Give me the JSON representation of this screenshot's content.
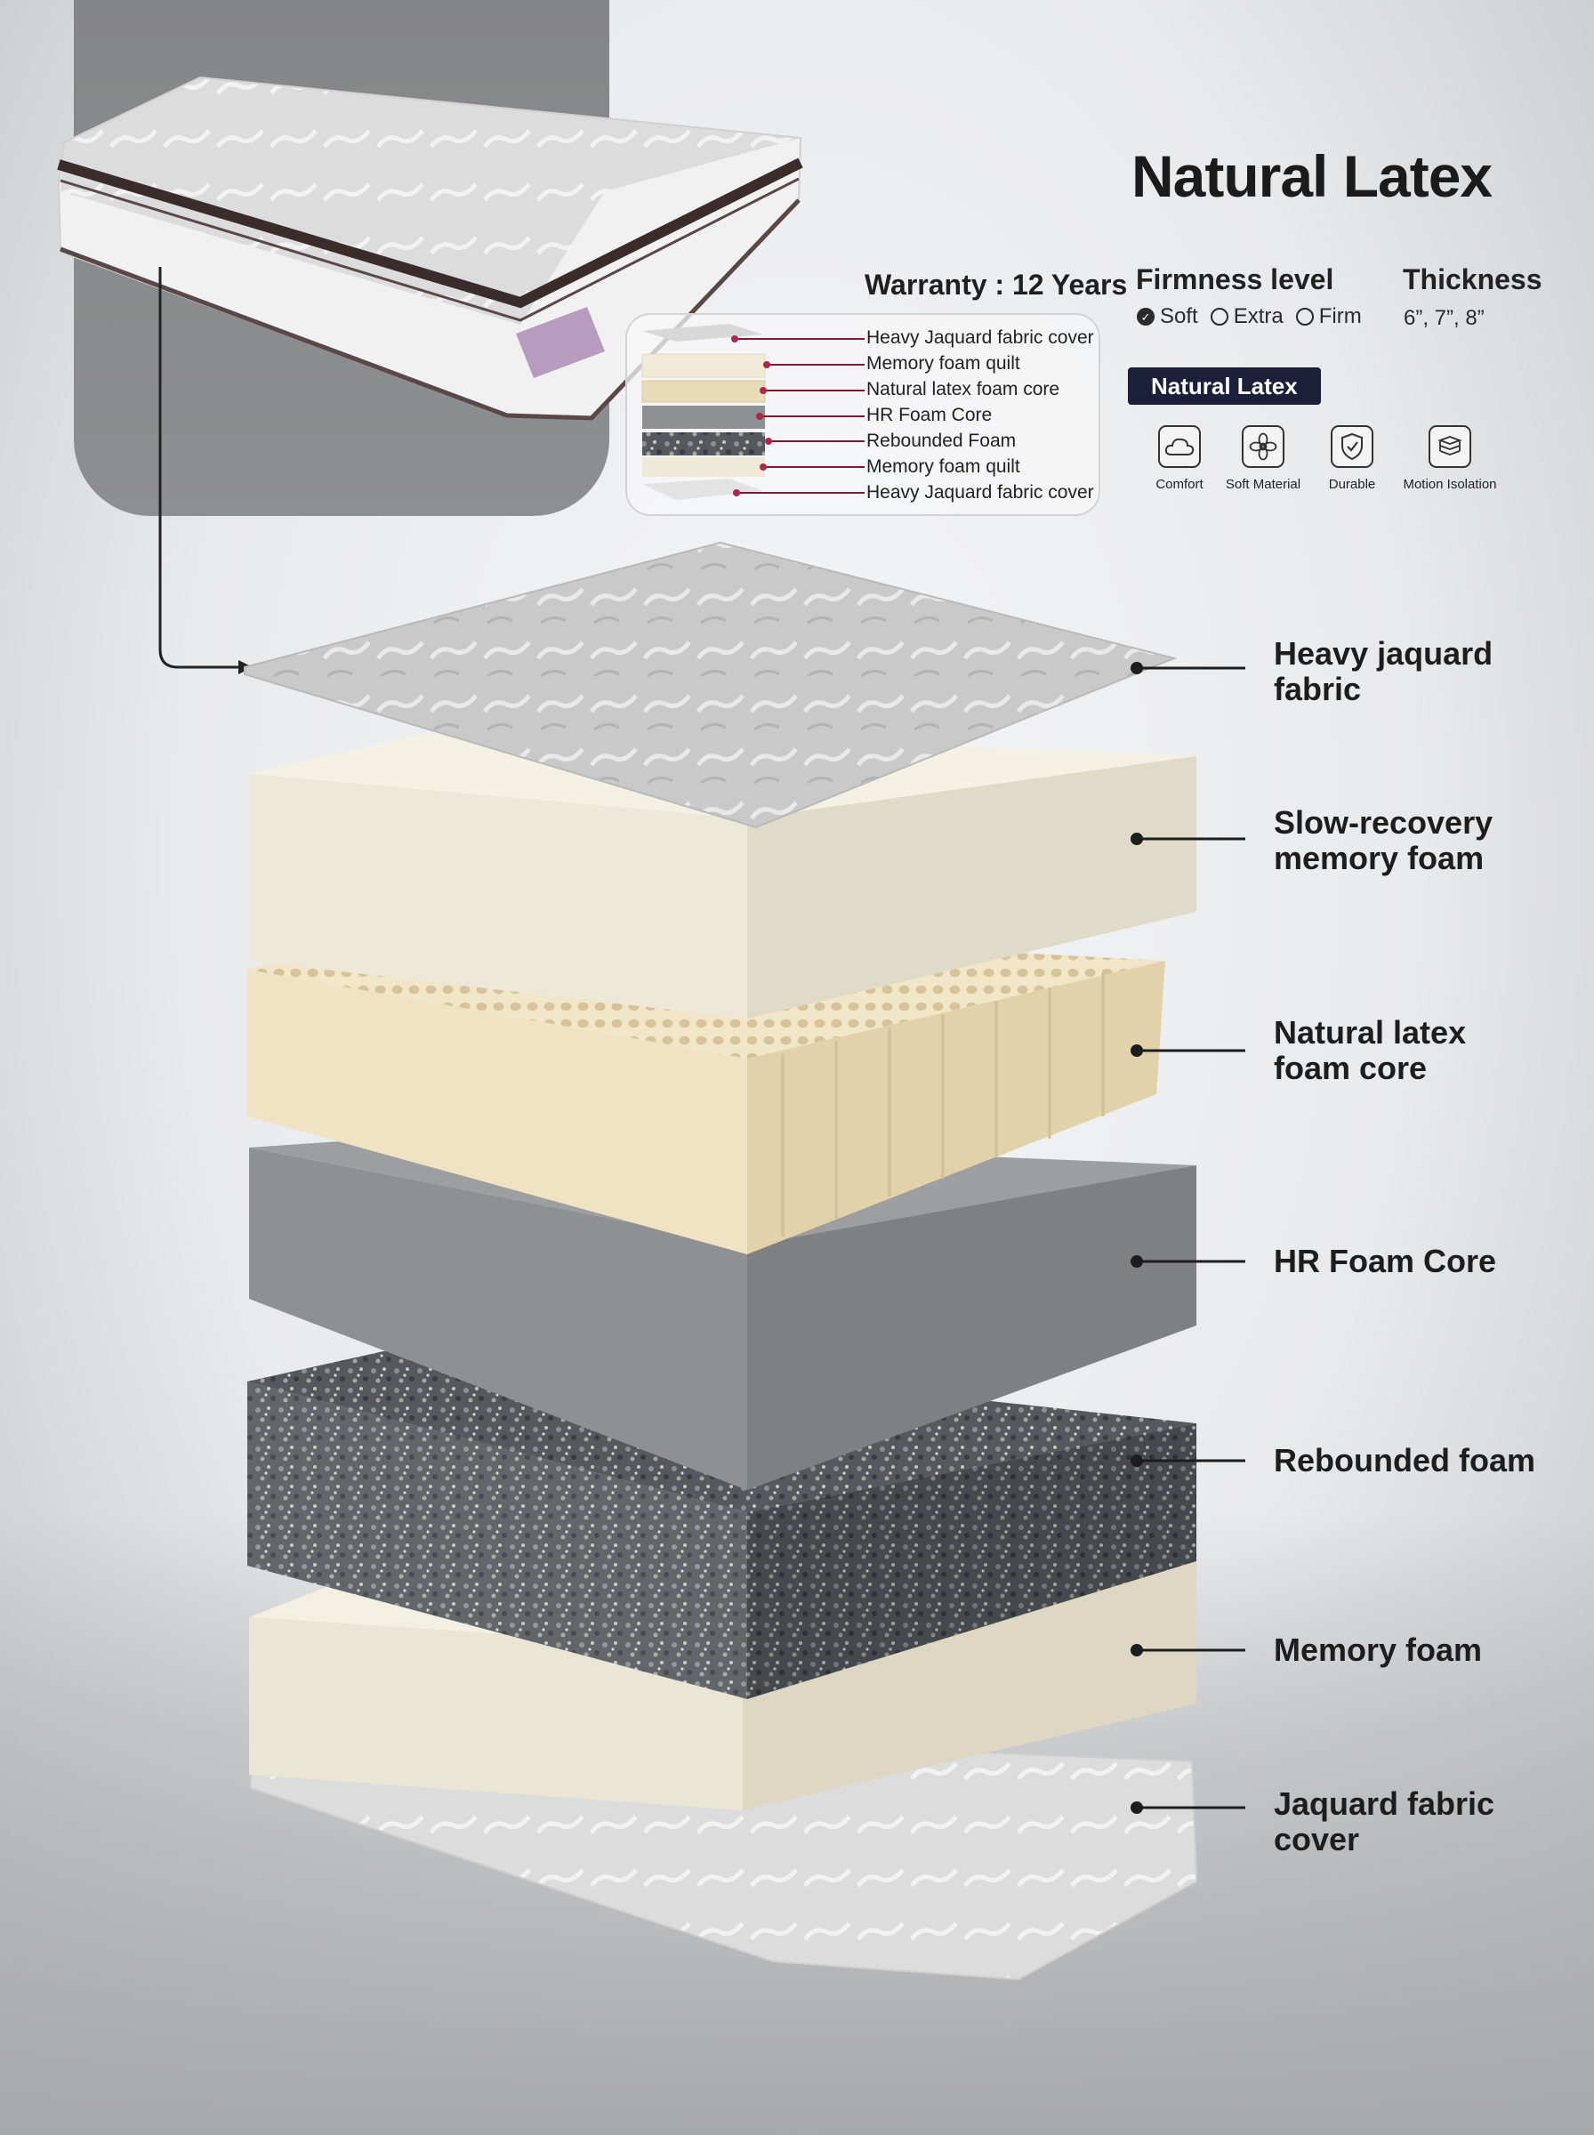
{
  "header": {
    "title": "Natural Latex",
    "warranty": "Warranty : 12 Years"
  },
  "specs": {
    "firmness_heading": "Firmness level",
    "firmness_options": [
      {
        "label": "Soft",
        "selected": true
      },
      {
        "label": "Extra",
        "selected": false
      },
      {
        "label": "Firm",
        "selected": false
      }
    ],
    "thickness_heading": "Thickness",
    "thickness_values": "6”, 7”, 8”",
    "badge": "Natural Latex"
  },
  "features": [
    {
      "label": "Comfort",
      "icon": "cloud-icon"
    },
    {
      "label": "Soft Material",
      "icon": "flower-icon"
    },
    {
      "label": "Durable",
      "icon": "shield-check-icon"
    },
    {
      "label": "Motion Isolation",
      "icon": "layers-icon"
    }
  ],
  "mini_layers": [
    "Heavy Jaquard fabric cover",
    "Memory foam quilt",
    "Natural latex foam core",
    "HR Foam Core",
    "Rebounded Foam",
    "Memory foam quilt",
    "Heavy Jaquard fabric cover"
  ],
  "layers": [
    {
      "line1": "Heavy jaquard",
      "line2": "fabric"
    },
    {
      "line1": "Slow-recovery",
      "line2": "memory foam"
    },
    {
      "line1": "Natural latex",
      "line2": "foam core"
    },
    {
      "line1": "HR Foam Core",
      "line2": ""
    },
    {
      "line1": "Rebounded foam",
      "line2": ""
    },
    {
      "line1": "Memory foam",
      "line2": ""
    },
    {
      "line1": "Jaquard fabric",
      "line2": "cover"
    }
  ],
  "colors": {
    "badge": "#1c1f3a",
    "accent_dot": "#b0254a",
    "text": "#1d1d1d"
  }
}
